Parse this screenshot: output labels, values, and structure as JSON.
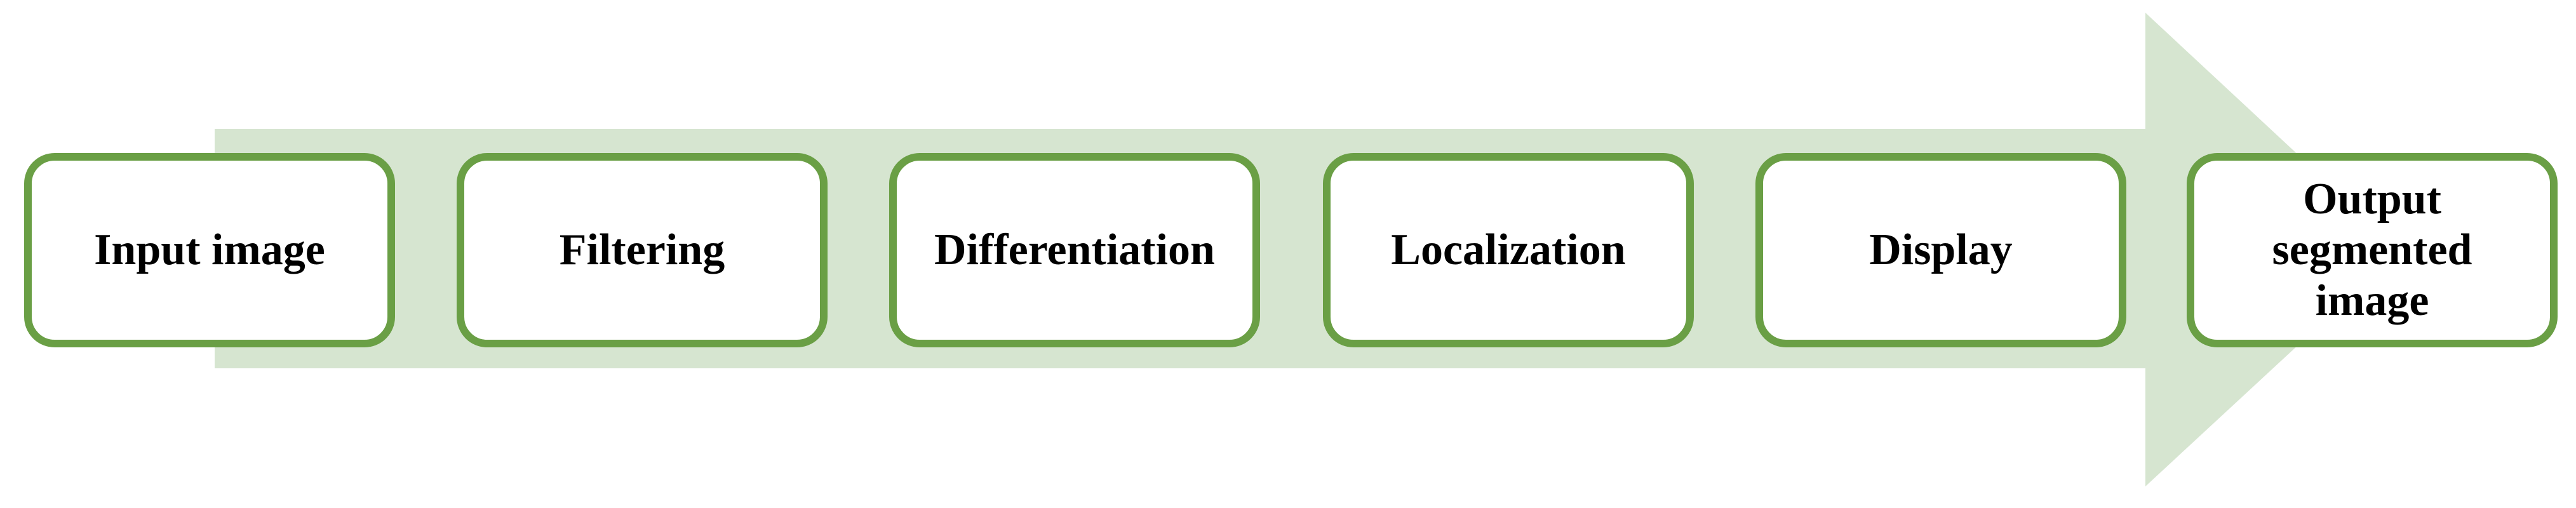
{
  "diagram": {
    "arrow_color": "#d6e5d0",
    "box_border_color": "#6a9f45",
    "steps": [
      {
        "label": "Input image"
      },
      {
        "label": "Filtering"
      },
      {
        "label": "Differentiation"
      },
      {
        "label": "Localization"
      },
      {
        "label": "Display"
      },
      {
        "label": "Output segmented image"
      }
    ]
  }
}
